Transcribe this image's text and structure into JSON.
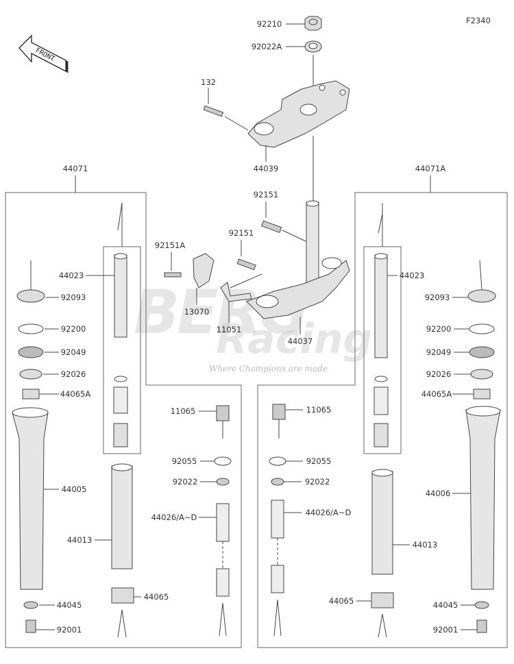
{
  "diagram": {
    "figure_code": "F2340",
    "front_indicator": "FRONT",
    "watermark": {
      "brand": "BERG",
      "sub": "Racing",
      "tagline": "Where Champions are made"
    },
    "labels": {
      "nut_92210": "92210",
      "washer_92022A": "92022A",
      "bolt_132": "132",
      "upper_bracket_44039": "44039",
      "fork_left_44071": "44071",
      "fork_right_44071A": "44071A",
      "bolt_92151_top": "92151",
      "bolt_92151_mid": "92151",
      "bolt_92151A": "92151A",
      "clamp_13070": "13070",
      "bracket_11051": "11051",
      "stem_44037": "44037",
      "left_44023": "44023",
      "left_92093": "92093",
      "left_92200": "92200",
      "left_92049": "92049",
      "left_92026": "92026",
      "left_44065A": "44065A",
      "left_44005": "44005",
      "left_44013": "44013",
      "left_44045": "44045",
      "left_92001": "92001",
      "left_11065": "11065",
      "left_92055": "92055",
      "left_92022": "92022",
      "left_44026": "44026/A~D",
      "left_44065": "44065",
      "right_44023": "44023",
      "right_92093": "92093",
      "right_92200": "92200",
      "right_92049": "92049",
      "right_92026": "92026",
      "right_44065A": "44065A",
      "right_44006": "44006",
      "right_44013": "44013",
      "right_44045": "44045",
      "right_92001": "92001",
      "right_11065": "11065",
      "right_92055": "92055",
      "right_92022": "92022",
      "right_44026": "44026/A~D",
      "right_44065": "44065"
    }
  }
}
